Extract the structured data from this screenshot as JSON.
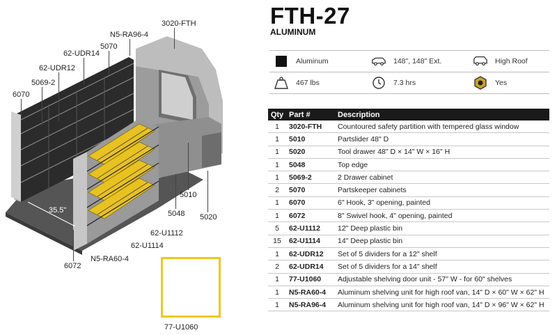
{
  "product": {
    "title": "FTH-27",
    "material_heading": "ALUMINUM"
  },
  "specs": [
    {
      "icon": "square-swatch-icon",
      "label": "Aluminum"
    },
    {
      "icon": "van-length-icon",
      "label": "148\", 148\" Ext."
    },
    {
      "icon": "high-roof-van-icon",
      "label": "High Roof"
    },
    {
      "icon": "weight-icon",
      "label": "467 lbs"
    },
    {
      "icon": "clock-icon",
      "label": "7.3 hrs"
    },
    {
      "icon": "hardware-nut-icon",
      "label": "Yes"
    }
  ],
  "parts_table": {
    "headers": {
      "qty": "Qty",
      "part": "Part #",
      "description": "Description"
    },
    "rows": [
      {
        "qty": "1",
        "part": "3020-FTH",
        "description": "Countoured safety partition with tempered glass window"
      },
      {
        "qty": "1",
        "part": "5010",
        "description": "Partslider 48\" D"
      },
      {
        "qty": "1",
        "part": "5020",
        "description": "Tool drawer 48\" D × 14\" W × 16\" H"
      },
      {
        "qty": "1",
        "part": "5048",
        "description": "Top edge"
      },
      {
        "qty": "1",
        "part": "5069-2",
        "description": "2 Drawer cabinet"
      },
      {
        "qty": "2",
        "part": "5070",
        "description": "Partskeeper cabinets"
      },
      {
        "qty": "1",
        "part": "6070",
        "description": "6\" Hook, 3\" opening, painted"
      },
      {
        "qty": "1",
        "part": "6072",
        "description": "8\" Swivel hook, 4\" opening, painted"
      },
      {
        "qty": "5",
        "part": "62-U1112",
        "description": "12\" Deep plastic bin"
      },
      {
        "qty": "15",
        "part": "62-U1114",
        "description": "14\" Deep plastic bin"
      },
      {
        "qty": "1",
        "part": "62-UDR12",
        "description": "Set of 5 dividers for a 12\" shelf"
      },
      {
        "qty": "2",
        "part": "62-UDR14",
        "description": "Set of 5 dividers for a 14\" shelf"
      },
      {
        "qty": "1",
        "part": "77-U1060",
        "description": "Adjustable shelving door unit - 57\" W - for 60\" shelves"
      },
      {
        "qty": "1",
        "part": "N5-RA60-4",
        "description": "Aluminum shelving unit for high roof van, 14\" D × 60\" W × 62\" H"
      },
      {
        "qty": "1",
        "part": "N5-RA96-4",
        "description": "Aluminum shelving unit for high roof van, 14\" D × 96\" W × 62\" H"
      }
    ]
  },
  "callouts": {
    "c3020": "3020-FTH",
    "n5ra96": "N5-RA96-4",
    "c5070": "5070",
    "udr14": "62-UDR14",
    "udr12": "62-UDR12",
    "c50692": "5069-2",
    "c6070": "6070",
    "c5010": "5010",
    "c5048": "5048",
    "c5020": "5020",
    "u1112": "62-U1112",
    "u1114": "62-U1114",
    "n5ra60": "N5-RA60-4",
    "c6072": "6072",
    "dim": "35.5\"",
    "u1060": "77-U1060"
  }
}
